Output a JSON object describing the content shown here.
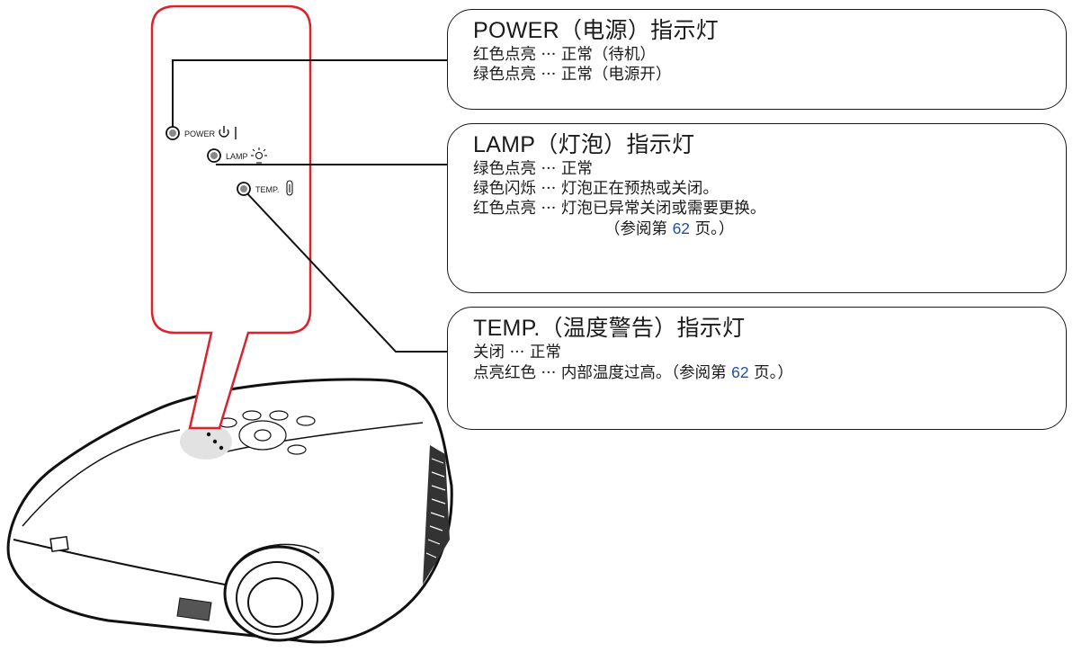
{
  "panel": {
    "power_label": "POWER",
    "lamp_label": "LAMP",
    "temp_label": "TEMP."
  },
  "callouts": {
    "power": {
      "title": "POWER（电源）指示灯",
      "lines": [
        "红色点亮 ··· 正常（待机）",
        "绿色点亮 ··· 正常（电源开）"
      ]
    },
    "lamp": {
      "title": "LAMP（灯泡）指示灯",
      "lines": [
        "绿色点亮 ··· 正常",
        "绿色闪烁 ··· 灯泡正在预热或关闭。",
        "红色点亮 ··· 灯泡已异常关闭或需要更换。"
      ],
      "ref_prefix": "（参阅第 ",
      "ref_page": "62",
      "ref_suffix": " 页。）"
    },
    "temp": {
      "title": "TEMP.（温度警告）指示灯",
      "lines": [
        "关闭 ··· 正常"
      ],
      "last_prefix": "点亮红色 ··· 内部温度过高。（参阅第 ",
      "ref_page": "62",
      "ref_suffix": " 页。）"
    }
  },
  "colors": {
    "highlight_border": "#d9232e",
    "ref_blue": "#1f4fa3",
    "indicator_area": "#e2e2e2"
  }
}
